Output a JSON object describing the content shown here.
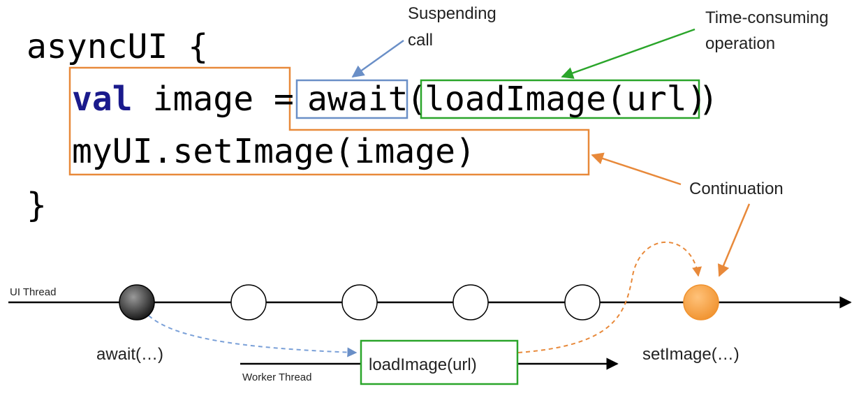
{
  "code": {
    "line1": "asyncUI {",
    "keyword": "val",
    "line2_rest": " image =",
    "await": "await",
    "open_paren": "(",
    "load_call": "loadImage(url)",
    "close_paren": ")",
    "line3": "myUI.setImage(image)",
    "line4": "}"
  },
  "callouts": {
    "suspending_l1": "Suspending",
    "suspending_l2": "call",
    "timeconsuming_l1": "Time-consuming",
    "timeconsuming_l2": "operation",
    "continuation": "Continuation"
  },
  "timeline": {
    "ui_thread": "UI Thread",
    "worker_thread": "Worker Thread",
    "await_label": "await(…)",
    "load_label": "loadImage(url)",
    "set_label": "setImage(…)"
  },
  "colors": {
    "keyword": "#1a1a8c",
    "blue_box": "#6a8fc7",
    "green_box": "#2aa52a",
    "orange": "#e8893a",
    "blue_dashed": "#7aa0d8"
  }
}
